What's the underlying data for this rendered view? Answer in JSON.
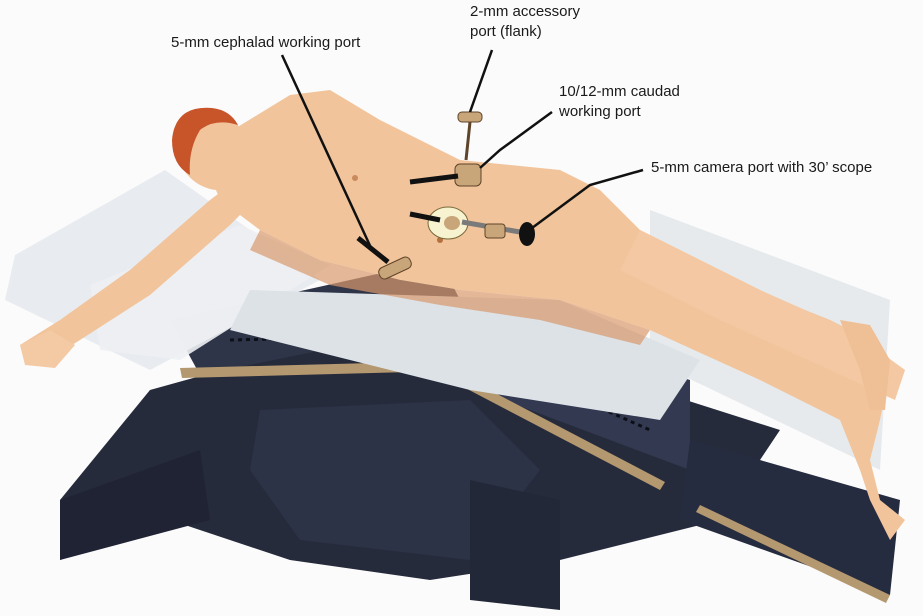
{
  "labels": {
    "cephalad_port": "5-mm cephalad working port",
    "accessory_port": [
      "2-mm accessory",
      "port (flank)"
    ],
    "caudad_port": [
      "10/12-mm caudad",
      "working port"
    ],
    "camera_port": "5-mm camera port with 30’ scope"
  },
  "colors": {
    "skin": "#f1c49b",
    "skin_shadow": "#d99a6c",
    "hair": "#c8542a",
    "table": "#262b3c",
    "drape": "#e7ebef",
    "port_metal": "#c9a57a",
    "leader_line": "#111111"
  },
  "icons": [
    "trocar-port-icon",
    "camera-scope-icon"
  ]
}
